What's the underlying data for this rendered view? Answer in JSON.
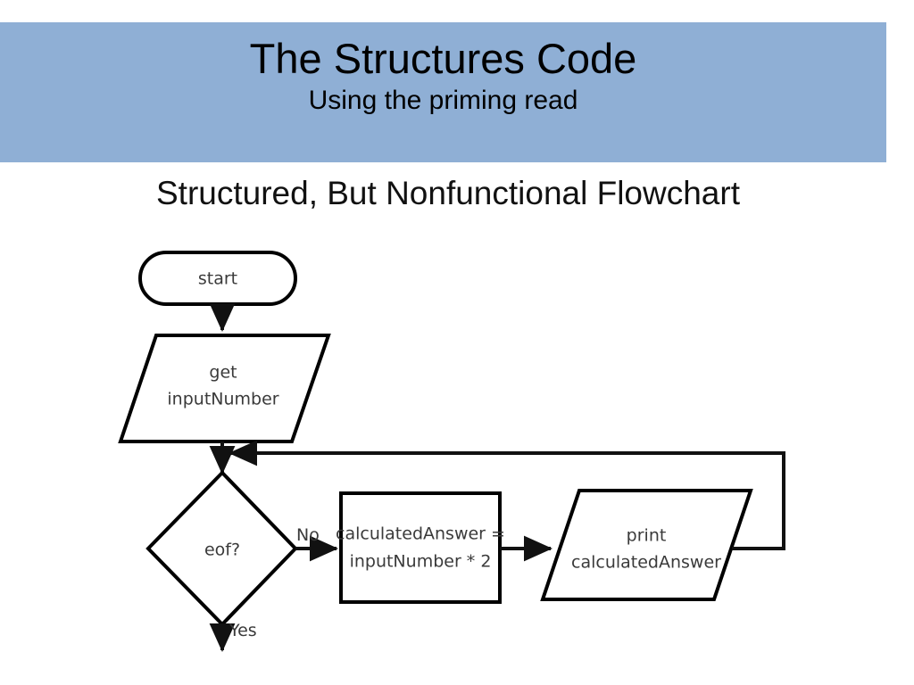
{
  "slide": {
    "banner": {
      "title": "The Structures Code",
      "subtitle": "Using the priming read",
      "background_color": "#8FAFD5"
    },
    "heading": "Structured, But Nonfunctional Flowchart"
  },
  "flowchart": {
    "nodes": {
      "start": {
        "shape": "terminal",
        "label": "start"
      },
      "input": {
        "shape": "parallelogram",
        "line1": "get",
        "line2": "inputNumber"
      },
      "decision": {
        "shape": "diamond",
        "label": "eof?"
      },
      "process": {
        "shape": "rectangle",
        "line1": "calculatedAnswer =",
        "line2": "inputNumber * 2"
      },
      "output": {
        "shape": "parallelogram",
        "line1": "print",
        "line2": "calculatedAnswer"
      }
    },
    "edges": {
      "no_label": "No",
      "yes_label": "Yes"
    },
    "stroke_color": "#111111",
    "fill_color": "#FFFFFF"
  }
}
